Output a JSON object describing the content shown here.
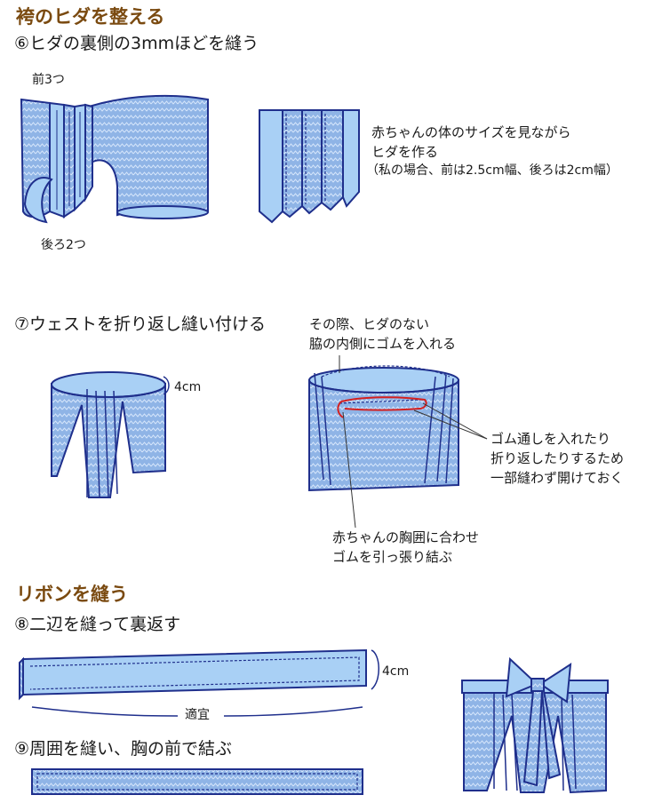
{
  "section1": {
    "heading": "袴のヒダを整える",
    "step6": "⑥ヒダの裏側の3mmほどを縫う",
    "label_front": "前3つ",
    "label_back": "後ろ2つ",
    "note_lines": [
      "赤ちゃんの体のサイズを見ながら",
      "ヒダを作る",
      "（私の場合、前は2.5cm幅、後ろは2cm幅）"
    ]
  },
  "section2": {
    "step7": "⑦ウェストを折り返し縫い付ける",
    "width_label": "4cm",
    "top_note": [
      "その際、ヒダのない",
      "脇の内側にゴムを入れる"
    ],
    "gap_note": [
      "ゴム通しを入れたり",
      "折り返したりするため",
      "一部縫わず開けておく"
    ],
    "elastic_note": [
      "赤ちゃんの胸囲に合わせ",
      "ゴムを引っ張り結ぶ"
    ]
  },
  "section3": {
    "heading": "リボンを縫う",
    "step8": "⑧二辺を縫って裏返す",
    "width_label": "4cm",
    "length_label": "適宜",
    "step9": "⑨周囲を縫い、胸の前で結ぶ"
  },
  "colors": {
    "heading": "#7a4a10",
    "fabric": "#8fb4e6",
    "fabric_light": "#a9d0f5",
    "outline": "#1f2f8c",
    "accent_red": "#d42020"
  }
}
